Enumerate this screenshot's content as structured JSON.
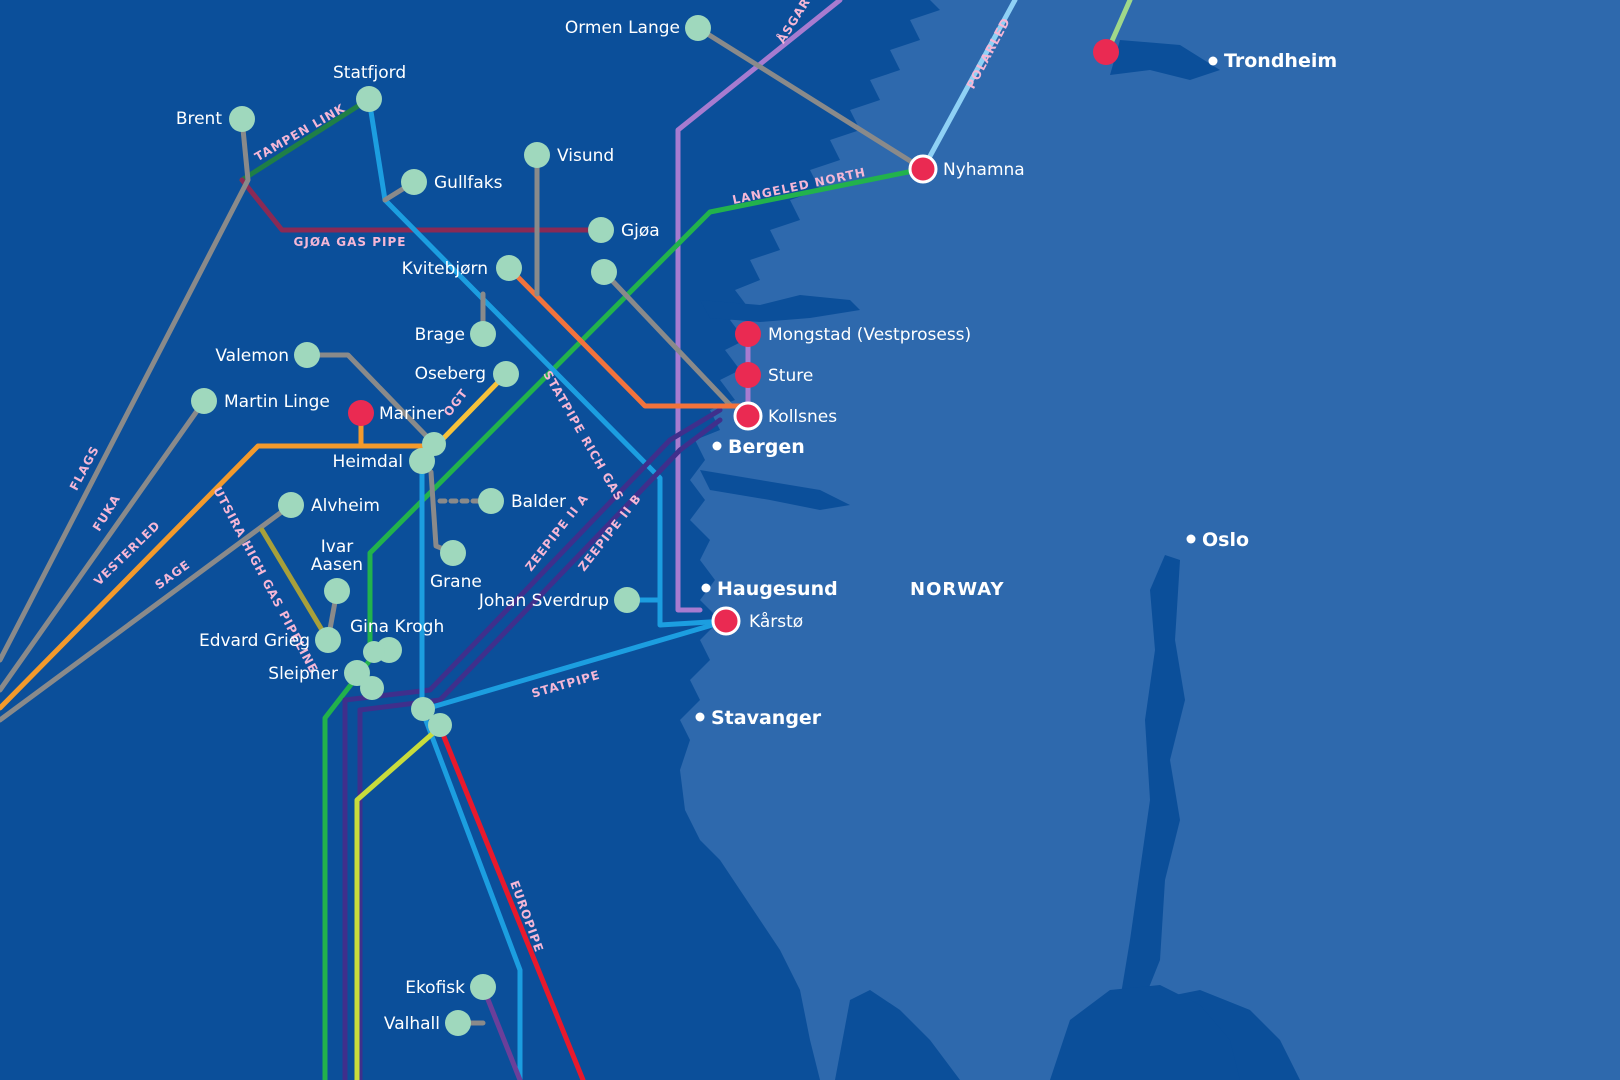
{
  "colors": {
    "sea": "#0b4f9a",
    "land": "#2e69ad",
    "field_node": "#9fd8bd",
    "terminal_node": "#ea2a52",
    "city_dot": "#ffffff",
    "pipe_label": "#f5b7d6"
  },
  "country": "NORWAY",
  "fields": [
    {
      "id": "ormen",
      "label": "Ormen Lange"
    },
    {
      "id": "statfjord",
      "label": "Statfjord"
    },
    {
      "id": "brent",
      "label": "Brent"
    },
    {
      "id": "gullfaks",
      "label": "Gullfaks"
    },
    {
      "id": "visund",
      "label": "Visund"
    },
    {
      "id": "gjoa",
      "label": "Gjøa"
    },
    {
      "id": "kvitebjorn",
      "label": "Kvitebjørn"
    },
    {
      "id": "troll",
      "label": ""
    },
    {
      "id": "brage",
      "label": "Brage"
    },
    {
      "id": "valemon",
      "label": "Valemon"
    },
    {
      "id": "oseberg",
      "label": "Oseberg"
    },
    {
      "id": "martinlinge",
      "label": "Martin Linge"
    },
    {
      "id": "heimdal",
      "label": "Heimdal"
    },
    {
      "id": "balder",
      "label": "Balder"
    },
    {
      "id": "alvheim",
      "label": "Alvheim"
    },
    {
      "id": "grane",
      "label": "Grane"
    },
    {
      "id": "ivaraasen",
      "label": "Ivar Aasen"
    },
    {
      "id": "johansverdrup",
      "label": "Johan Sverdrup"
    },
    {
      "id": "edvardgrieg",
      "label": "Edvard Grieg"
    },
    {
      "id": "ginakrogh",
      "label": "Gina Krogh"
    },
    {
      "id": "sleipner",
      "label": "Sleipner"
    },
    {
      "id": "ekofisk",
      "label": "Ekofisk"
    },
    {
      "id": "valhall",
      "label": "Valhall"
    }
  ],
  "terminals": [
    {
      "id": "nyhamna",
      "label": "Nyhamna"
    },
    {
      "id": "mongstad",
      "label": "Mongstad (Vestprosess)"
    },
    {
      "id": "sture",
      "label": "Sture"
    },
    {
      "id": "kollsnes",
      "label": "Kollsnes"
    },
    {
      "id": "mariner",
      "label": "Mariner"
    },
    {
      "id": "karsto",
      "label": "Kårstø"
    }
  ],
  "cities": [
    {
      "id": "trondheim",
      "label": "Trondheim"
    },
    {
      "id": "bergen",
      "label": "Bergen"
    },
    {
      "id": "oslo",
      "label": "Oslo"
    },
    {
      "id": "haugesund",
      "label": "Haugesund"
    },
    {
      "id": "stavanger",
      "label": "Stavanger"
    }
  ],
  "pipelines": [
    {
      "id": "asgard",
      "label": "ÅSGARD",
      "color": "#a77bd0"
    },
    {
      "id": "polarled",
      "label": "POLARLED",
      "color": "#8fd1f5"
    },
    {
      "id": "haltenpipe",
      "label": "",
      "color": "#9fd88a"
    },
    {
      "id": "tampen",
      "label": "TAMPEN LINK",
      "color": "#1f7f46"
    },
    {
      "id": "gjoagas",
      "label": "GJØA GAS PIPE",
      "color": "#8a2a55"
    },
    {
      "id": "langeled",
      "label": "LANGELED NORTH",
      "color": "#22b24c"
    },
    {
      "id": "ogt",
      "label": "OGT",
      "color": "#f7c23a"
    },
    {
      "id": "statpiperich",
      "label": "STATPIPE RICH GAS",
      "color": "#1c9ee0"
    },
    {
      "id": "zeepipe2a",
      "label": "ZEEPIPE II A",
      "color": "#3f2f8c"
    },
    {
      "id": "zeepipe2b",
      "label": "ZEEPIPE II B",
      "color": "#3f2f8c"
    },
    {
      "id": "flags",
      "label": "FLAGS",
      "color": "#8a8a8a"
    },
    {
      "id": "fuka",
      "label": "FUKA",
      "color": "#8a8a8a"
    },
    {
      "id": "vesterled",
      "label": "VESTERLED",
      "color": "#f39a2c"
    },
    {
      "id": "sage",
      "label": "SAGE",
      "color": "#8a8a8a"
    },
    {
      "id": "utsira",
      "label": "UTSIRA HIGH GAS PIPELINE",
      "color": "#a8a03a"
    },
    {
      "id": "statpipe",
      "label": "STATPIPE",
      "color": "#1c9ee0"
    },
    {
      "id": "europipe",
      "label": "EUROPIPE",
      "color": "#e8192c"
    }
  ]
}
